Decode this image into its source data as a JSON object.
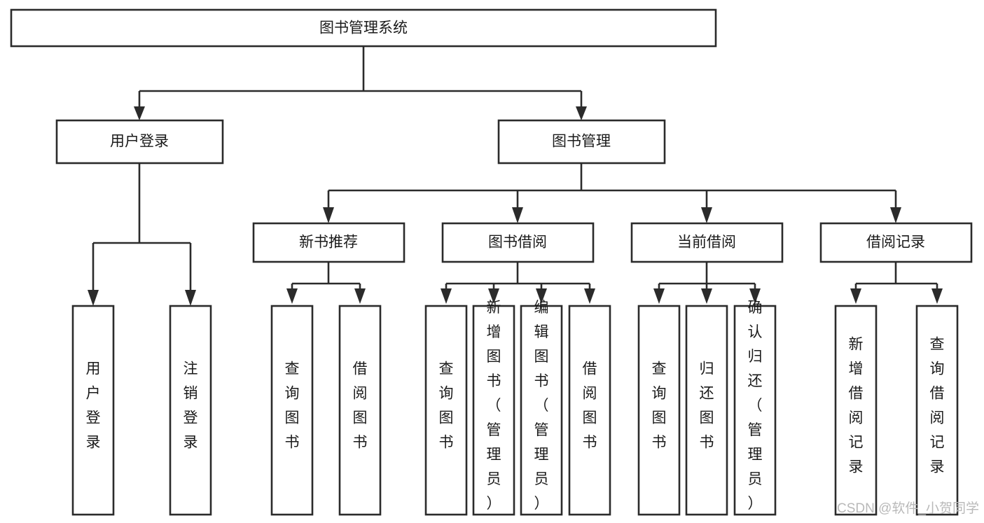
{
  "diagram": {
    "title": "图书管理系统",
    "type": "tree-hierarchy",
    "watermark": "CSDN @软件_小贺同学",
    "colors": {
      "stroke": "#2b2b2b",
      "fill": "#ffffff",
      "text": "#1a1a1a",
      "watermark": "#b9b9b9",
      "background": "#ffffff"
    },
    "root": {
      "label": "图书管理系统"
    },
    "level2": [
      {
        "id": "user-login",
        "label": "用户登录"
      },
      {
        "id": "book-manage",
        "label": "图书管理"
      }
    ],
    "level3": [
      {
        "id": "new-book-recommend",
        "label": "新书推荐"
      },
      {
        "id": "book-borrow",
        "label": "图书借阅"
      },
      {
        "id": "current-borrow",
        "label": "当前借阅"
      },
      {
        "id": "borrow-record",
        "label": "借阅记录"
      }
    ],
    "leaves": {
      "user-login": [
        {
          "id": "leaf-user-login",
          "label": "用户登录"
        },
        {
          "id": "leaf-user-logout",
          "label": "注销登录"
        }
      ],
      "new-book-recommend": [
        {
          "id": "leaf-query-book-1",
          "label": "查询图书"
        },
        {
          "id": "leaf-borrow-book-1",
          "label": "借阅图书"
        }
      ],
      "book-borrow": [
        {
          "id": "leaf-query-book-2",
          "label": "查询图书"
        },
        {
          "id": "leaf-add-book",
          "label": "新增图书（管理员）"
        },
        {
          "id": "leaf-edit-book",
          "label": "编辑图书（管理员）"
        },
        {
          "id": "leaf-borrow-book-2",
          "label": "借阅图书"
        }
      ],
      "current-borrow": [
        {
          "id": "leaf-query-book-3",
          "label": "查询图书"
        },
        {
          "id": "leaf-return-book",
          "label": "归还图书"
        },
        {
          "id": "leaf-confirm-return",
          "label": "确认归还（管理员）"
        }
      ],
      "borrow-record": [
        {
          "id": "leaf-add-record",
          "label": "新增借阅记录"
        },
        {
          "id": "leaf-query-record",
          "label": "查询借阅记录"
        }
      ]
    }
  }
}
